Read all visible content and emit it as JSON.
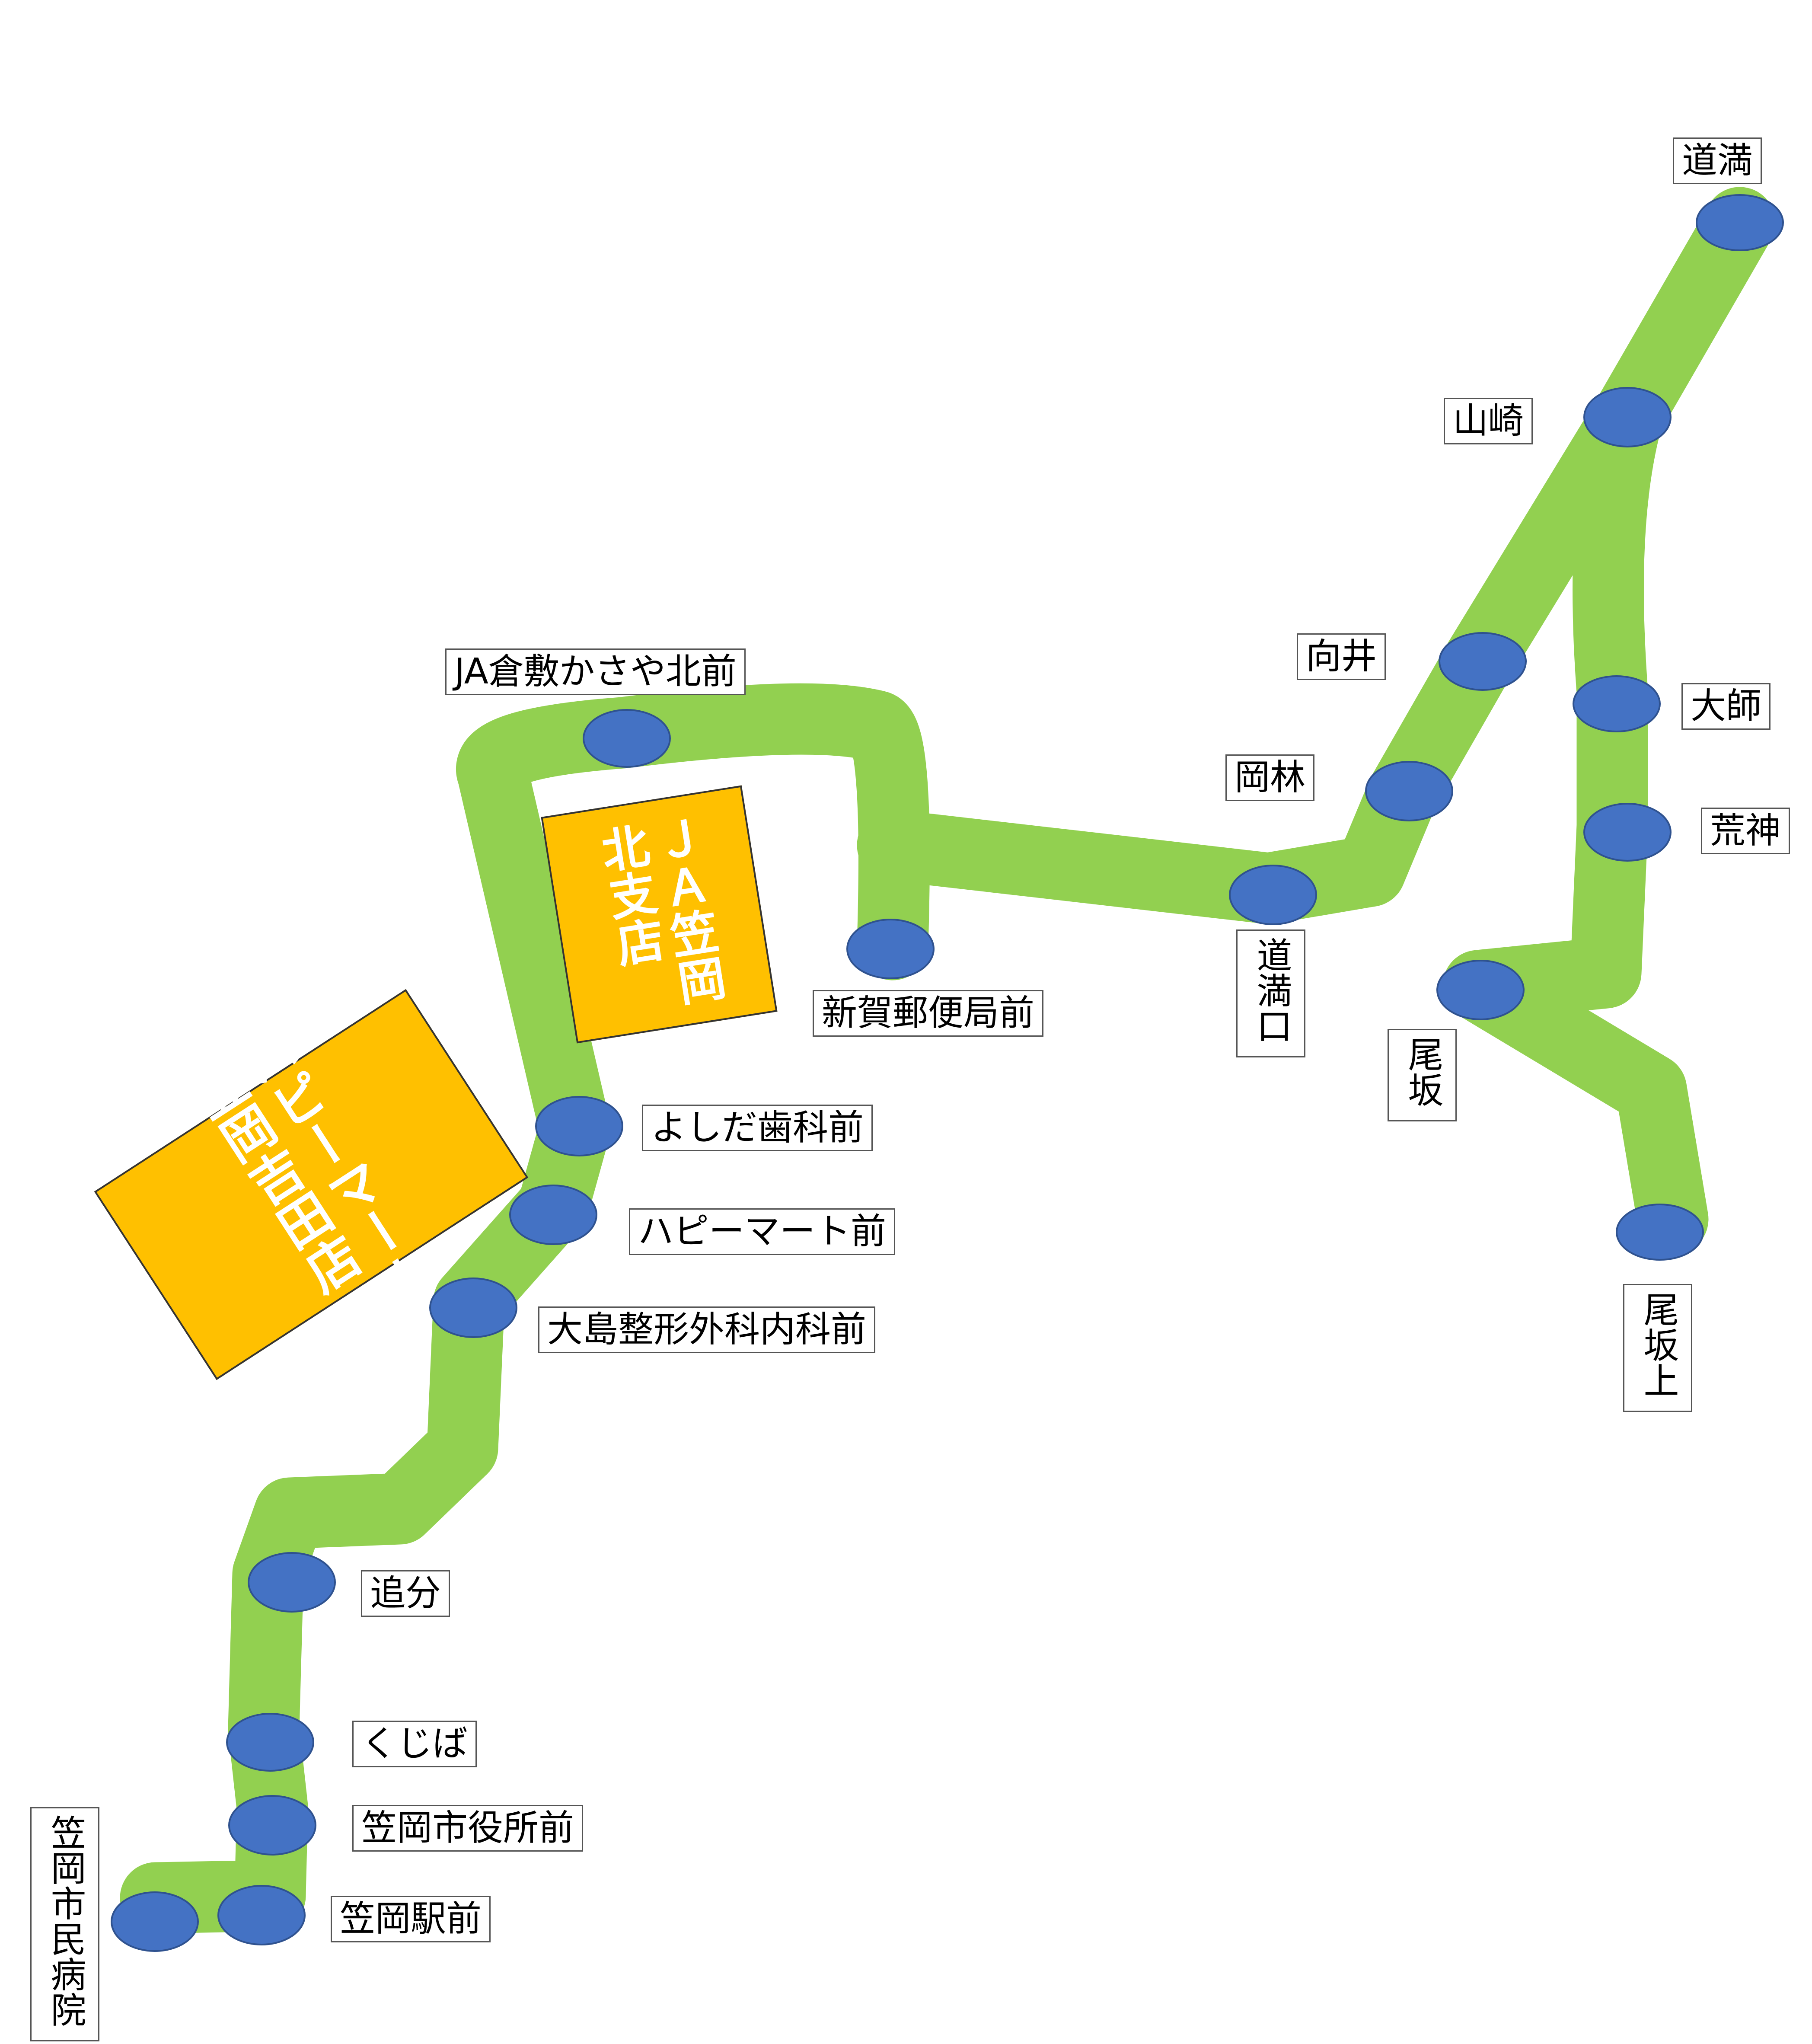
{
  "colors": {
    "route": "#92d050",
    "stop": "#4472c4",
    "landmark": "#ffc000"
  },
  "stops": {
    "domitsu": "道満",
    "yamasaki": "山崎",
    "mukai": "向井",
    "daishi": "大師",
    "okabayashi": "岡林",
    "kojin": "荒神",
    "domitsuguchi": "道満口",
    "osaka": "尾坂",
    "osakakami": "尾坂上",
    "ja_kurashiki_kasaya_kita": "JA倉敷かさや北前",
    "niiga_post": "新賀郵便局前",
    "yoshida_dental": "よしだ歯科前",
    "happymart": "ハピーマート前",
    "oshima_clinic": "大島整形外科内科前",
    "oiwake": "追分",
    "kujiba": "くじば",
    "city_hall": "笠岡市役所前",
    "station": "笠岡駅前",
    "hospital": "笠岡市民病院"
  },
  "landmarks": {
    "ja_kasaoka": "ＪＡ笠岡\n北支店",
    "happymart_yoshida": "ハピーマート\n笠岡吉田店"
  }
}
